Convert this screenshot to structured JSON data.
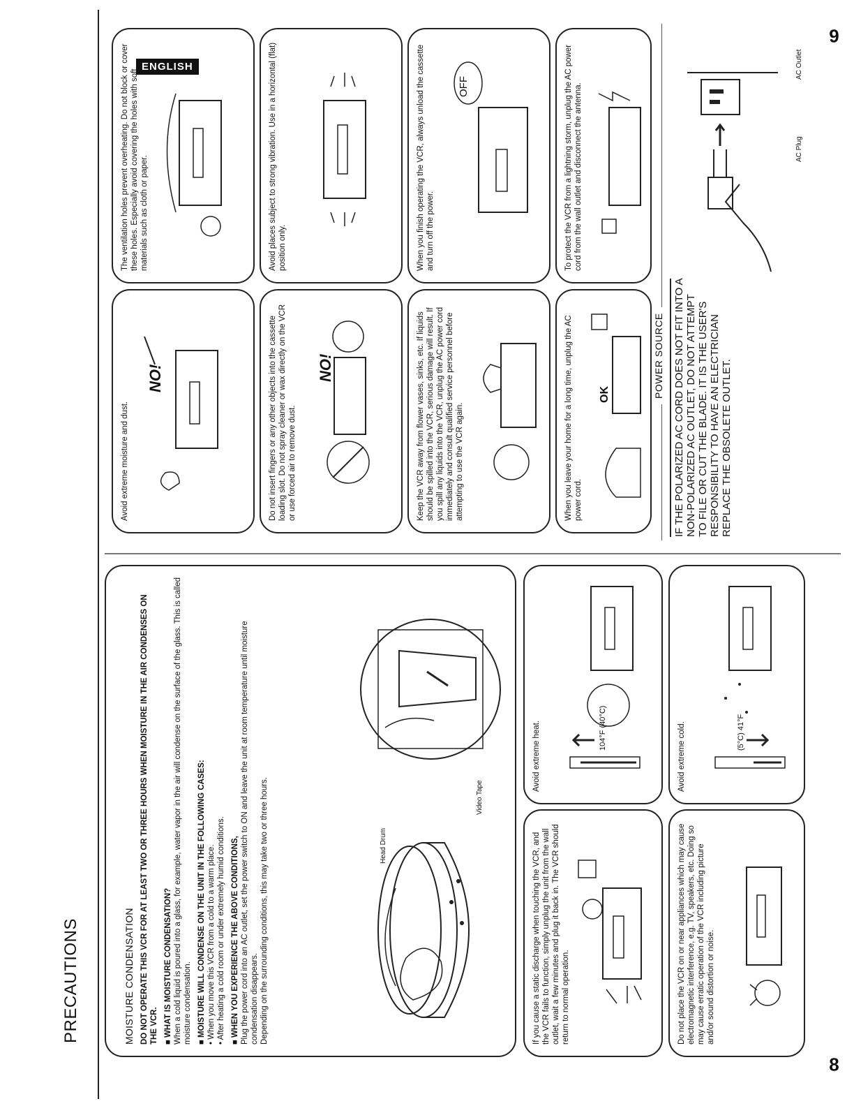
{
  "page": {
    "title": "PRECAUTIONS",
    "language_badge": "ENGLISH",
    "page_left": "8",
    "page_right": "9"
  },
  "moisture": {
    "heading": "MOISTURE CONDENSATION",
    "warning": "DO NOT OPERATE THIS VCR FOR AT LEAST TWO OR THREE HOURS WHEN MOISTURE IN THE AIR CONDENSES ON THE VCR.",
    "what_heading": "WHAT IS MOISTURE CONDENSATION?",
    "what_text": "When a cold liquid is poured into a glass, for example, water vapor in the air will condense on the surface of the glass. This is called moisture condensation.",
    "cases_heading": "MOISTURE WILL CONDENSE ON THE UNIT IN THE FOLLOWING CASES:",
    "case_1": "• When you move this VCR from a cold to a warm place.",
    "case_2": "• After heating a cold room or under extremely humid conditions.",
    "experience_heading": "WHEN YOU EXPERIENCE THE ABOVE CONDITIONS,",
    "experience_text": "Plug the power cord into an AC outlet, set the power switch to ON and leave the unit at room temperature until moisture condensation disappears.",
    "depending_text": "Depending on the surrounding conditions, this may take two or three hours.",
    "label_head_drum": "Head Drum",
    "label_video_tape": "Video Tape"
  },
  "boxes": {
    "static": "If you cause a static discharge when touching the VCR, and the VCR fails to function, simply unplug the unit from the wall outlet, wait a few minutes and plug it back in. The VCR should return to normal operation.",
    "heat": "Avoid extreme heat.",
    "heat_temp": "104°F (40°C)",
    "interference": "Do not place the VCR on or near appliances which may cause electromagnetic interference, e.g. TV, speakers, etc. Doing so may cause erratic operation of the VCR including picture and/or sound distortion or noise.",
    "cold": "Avoid extreme cold.",
    "cold_temp": "(5°C) 41°F",
    "moisture_dust": "Avoid extreme moisture and dust.",
    "no_1": "NO!",
    "ventilation": "The ventilation holes prevent overheating. Do not block or cover these holes. Especially avoid covering the holes with soft materials such as cloth or paper.",
    "fingers": "Do not insert fingers or any other objects into the cassette loading slot. Do not spray cleaner or wax directly on the VCR or use forced air to remove dust.",
    "no_2": "NO!",
    "vibration": "Avoid places subject to strong vibration. Use in a horizontal (flat) position only.",
    "liquids": "Keep the VCR away from flower vases, sinks, etc. If liquids should be spilled into the VCR, serious damage will result. If you spill any liquids into the VCR, unplug the AC power cord immediately and consult qualified service personnel before attempting to use the VCR again.",
    "unload": "When you finish operating the VCR, always unload the cassette and turn off the power.",
    "off_label": "OFF",
    "leave_home": "When you leave your home for a long time, unplug the AC power cord.",
    "ok_label": "OK",
    "lightning": "To protect the VCR from a lightning storm, unplug the AC power cord from the wall outlet and disconnect the antenna."
  },
  "power_source": {
    "title": "POWER SOURCE",
    "text": "IF THE POLARIZED AC CORD DOES NOT FIT INTO A NON-POLARIZED AC OUTLET, DO NOT ATTEMPT TO FILE OR CUT THE BLADE. IT IS THE USER'S RESPONSIBILITY TO HAVE AN ELECTRICIAN REPLACE THE OBSOLETE OUTLET.",
    "label_plug": "AC Plug",
    "label_outlet": "AC Outlet"
  }
}
